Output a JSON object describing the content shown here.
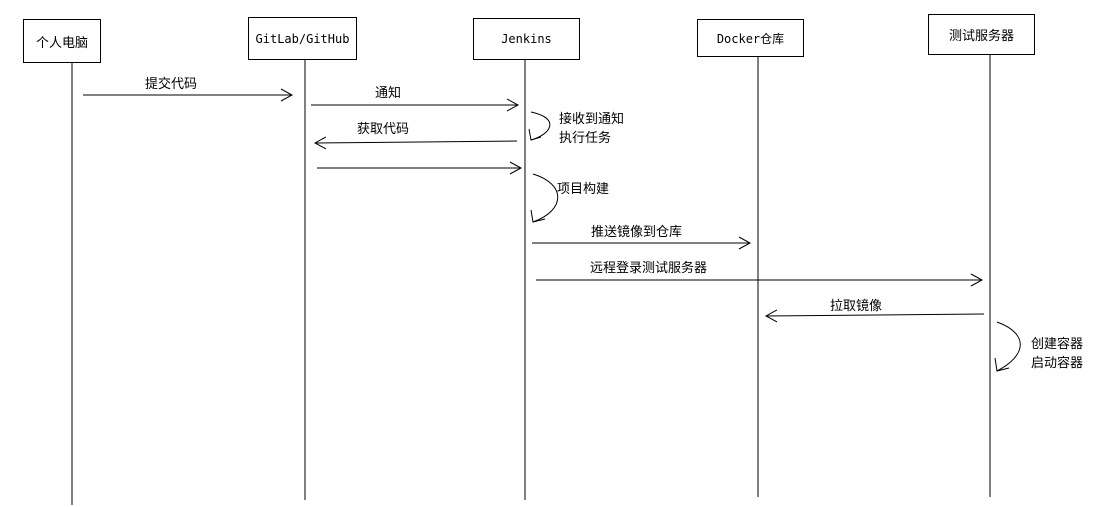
{
  "actors": [
    {
      "name": "个人电脑"
    },
    {
      "name": "GitLab/GitHub"
    },
    {
      "name": "Jenkins"
    },
    {
      "name": "Docker仓库"
    },
    {
      "name": "测试服务器"
    }
  ],
  "messages": [
    {
      "label": "提交代码"
    },
    {
      "label": "通知"
    },
    {
      "label": "获取代码"
    },
    {
      "label": ""
    },
    {
      "label": "推送镜像到仓库"
    },
    {
      "label": "远程登录测试服务器"
    },
    {
      "label": "拉取镜像"
    }
  ],
  "self_notes": [
    {
      "lines": [
        "接收到通知",
        "执行任务"
      ]
    },
    {
      "lines": [
        "项目构建"
      ]
    },
    {
      "lines": [
        "创建容器",
        "启动容器"
      ]
    }
  ]
}
